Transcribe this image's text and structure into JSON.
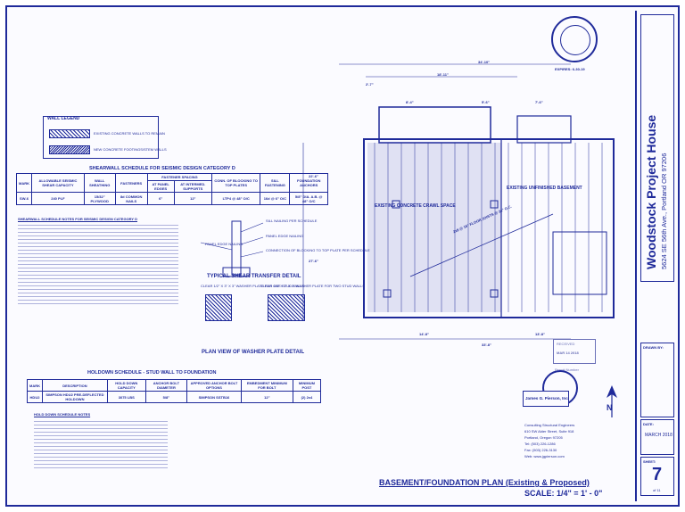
{
  "wall_legend": {
    "title": "WALL LEGEND",
    "items": [
      "EXISTING CONCRETE WALLS TO REMAIN",
      "NEW CONCRETE FOOTINGS/STEM WALLS"
    ]
  },
  "shearwall_schedule": {
    "title": "SHEARWALL SCHEDULE FOR SEISMIC DESIGN CATEGORY D",
    "headers": [
      "MARK",
      "ALLOWABLE SEISMIC SHEAR CAPACITY",
      "WALL SHEATHING",
      "FASTENERS",
      "AT PANEL EDGES",
      "AT INTERMED. SUPPORTS",
      "CONN. OF BLOCKING TO TOP PLATES",
      "SILL FASTENING",
      "FOUNDATION ANCHORS"
    ],
    "group_header": "FASTENER SPACING",
    "row": [
      "SW-6",
      "240 PLF",
      "15/32\" PLYWOOD",
      "8d COMMON NAILS",
      "6\"",
      "12\"",
      "LTP4 @ 48\" O/C",
      "16d @ 6\" O/C",
      "5/8\" DIA. A.B. @ 48\" O/C"
    ],
    "notes_title": "SHEARWALL SCHEDULE NOTES FOR SEISMIC DESIGN CATEGORY D"
  },
  "detail_labels": {
    "sill_nailing": "SILL NAILING PER SCHEDULE",
    "panel_edge": "PANEL EDGE NAILING",
    "connection": "CONNECTION OF BLOCKING TO TOP PLATE PER SCHEDULE",
    "edge_nailing": "PANEL EDGE NAILING",
    "shear_transfer": "TYPICAL SHEAR TRANSFER DETAIL",
    "washer_a": "CLEAR 1/2\" X 3\" X 3\" WASHER PLATE FOR ONE STUD WALLS",
    "washer_b": "CLEAR 1/2\" X 3\" X 3\" WASHER PLATE FOR TWO STUD WALLS",
    "washer_title": "PLAN VIEW OF WASHER PLATE DETAIL"
  },
  "holdown_schedule": {
    "title": "HOLDOWN SCHEDULE - STUD WALL TO FOUNDATION",
    "headers": [
      "MARK",
      "DESCRIPTION",
      "HOLD DOWN CAPACITY",
      "ANCHOR BOLT DIAMETER",
      "APPROVED ANCHOR BOLT OPTIONS",
      "EMBEDMENT MINIMUM FOR BOLT",
      "MINIMUM POST"
    ],
    "row": [
      "HDU2",
      "SIMPSON HDU2 PRE-DEFLECTED HOLDOWN",
      "3075 LBS",
      "5/8\"",
      "SIMPSON SSTB16",
      "12\"",
      "(2) 2x4"
    ],
    "notes_title": "HOLD DOWN SCHEDULE NOTES"
  },
  "plan": {
    "dims_top": [
      "34'-10\"",
      "18'-11\"",
      "2'-7\"",
      "8'-4\"",
      "5'-6\"",
      "7'-6\""
    ],
    "dims_bottom": [
      "14'-8\"",
      "13'-8\"",
      "33'-8\""
    ],
    "dims_left": [
      "22'-6\"",
      "27'-6\""
    ],
    "label_crawl": "EXISTING CONCRETE CRAWL SPACE",
    "label_basement": "EXISTING UNFINISHED BASEMENT",
    "label_joists": "2x8 @ 16\" FLOOR JOISTS @ 24\" O.C.",
    "expires": "EXPIRES: 6-30-19"
  },
  "stamp_received": {
    "line1": "RECEIVED",
    "line2": "MAR 14 2018",
    "line3": "Permit Number"
  },
  "firm": {
    "name": "James G. Pierson, Inc.",
    "line1": "Consulting Structural Engineers",
    "line2": "610 SW Alder Street, Suite 918",
    "line3": "Portland, Oregon 97205",
    "line4": "Tel: (503) 226-1286",
    "line5": "Fax: (503) 226-3130",
    "line6": "Web: www.jgpierson.com"
  },
  "drawing": {
    "title": "BASEMENT/FOUNDATION PLAN (Existing & Proposed)",
    "scale": "SCALE: 1/4\" = 1' - 0\""
  },
  "title_block": {
    "project": "Woodstock Project House",
    "address": "5624 SE 56th Ave., Portland OR 97206",
    "date_label": "DATE:",
    "date": "MARCH 2018",
    "sheet_label": "SHEET:",
    "sheet": "7",
    "of": "of 11",
    "drawn_by": "DRAWN BY:"
  },
  "colors": {
    "ink": "#1f2a9a",
    "paper": "#fbfbff"
  }
}
